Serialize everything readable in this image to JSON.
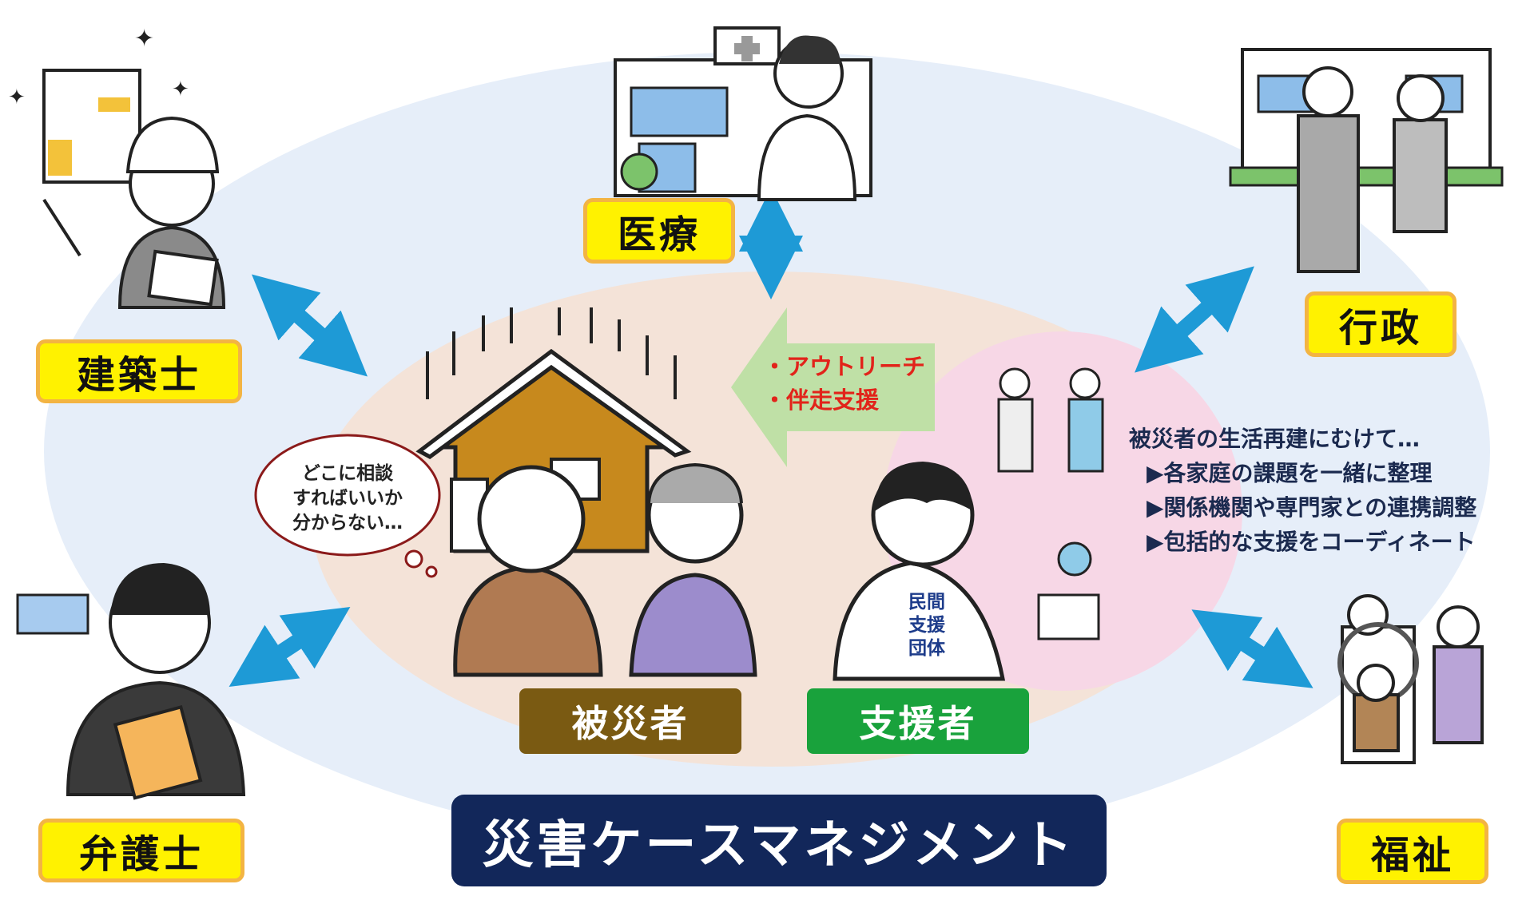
{
  "title": "災害ケースマネジメント",
  "specialists": {
    "architect": "建築士",
    "medical": "医療",
    "administration": "行政",
    "lawyer": "弁護士",
    "welfare": "福祉"
  },
  "roles": {
    "victim": "被災者",
    "supporter": "支援者"
  },
  "outreach": [
    "・アウトリーチ",
    "・伴走支援"
  ],
  "speech_bubble": [
    "どこに相談",
    "すればいいか",
    "分からない…"
  ],
  "supporter_shirt": [
    "民間",
    "支援",
    "団体"
  ],
  "notes": {
    "heading": "被災者の生活再建にむけて…",
    "items": [
      "▶各家庭の課題を一緒に整理",
      "▶関係機関や専門家との連携調整",
      "▶包括的な支援をコーディネート"
    ]
  },
  "colors": {
    "outer_ellipse": "#e6eef9",
    "inner_ellipse": "#f4e3d8",
    "pink_circle": "#f7d7e6",
    "label_fill": "#fff200",
    "label_border": "#f3b443",
    "arrow": "#1e9ad6",
    "victim_fill": "#7a5a12",
    "supporter_fill": "#19a23c",
    "title_fill": "#12275a",
    "outreach_arrow": "#bfe0a6",
    "outreach_text": "#e2231a"
  }
}
